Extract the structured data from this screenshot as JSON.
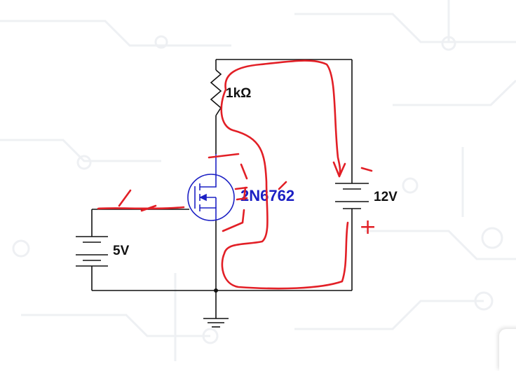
{
  "schematic": {
    "resistor": {
      "label": "1kΩ"
    },
    "mosfet": {
      "part_number": "2N6762"
    },
    "gate_battery": {
      "label": "5V"
    },
    "drain_battery": {
      "label": "12V"
    },
    "annotation_plus": "+"
  },
  "colors": {
    "wire": "#111111",
    "mosfet": "#1c20c4",
    "annotation": "#e21f26",
    "background_pattern": "#f1f2f4"
  }
}
